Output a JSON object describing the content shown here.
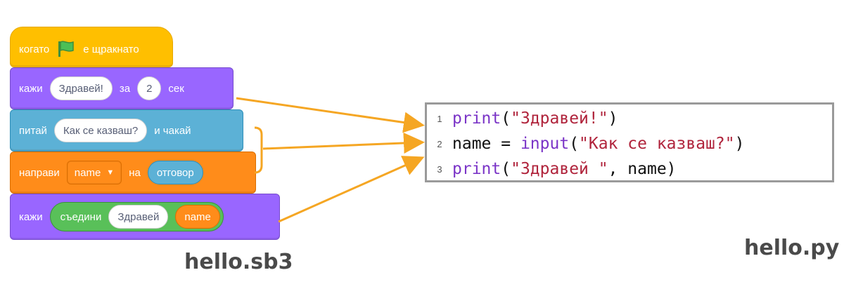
{
  "scratch": {
    "hat": {
      "before": "когато",
      "after": "е щракнато",
      "flag_icon": "green-flag-icon"
    },
    "say_for": {
      "verb": "кажи",
      "text": "Здравей!",
      "for": "за",
      "secs": "2",
      "unit": "сек"
    },
    "ask": {
      "verb": "питай",
      "question": "Как се казваш?",
      "wait": "и чакай"
    },
    "set": {
      "verb": "направи",
      "variable": "name",
      "to": "на",
      "value": "отговор"
    },
    "say": {
      "verb": "кажи",
      "join": "съедини",
      "text": "Здравей",
      "variable": "name"
    },
    "filename": "hello.sb3"
  },
  "python": {
    "filename": "hello.py",
    "lines": [
      {
        "num": "1",
        "fn": "print",
        "open": "(",
        "str": "\"Здравей!\"",
        "rest": ")"
      },
      {
        "num": "2",
        "pre": "name = ",
        "fn": "input",
        "open": "(",
        "str": "\"Как се казваш?\"",
        "rest": ")"
      },
      {
        "num": "3",
        "fn": "print",
        "open": "(",
        "str": "\"Здравей \"",
        "rest": ", name)"
      }
    ]
  },
  "colors": {
    "events": "#ffbf00",
    "looks": "#9966ff",
    "sensing": "#5cb1d6",
    "variables": "#ff8c1a",
    "operators": "#59c059",
    "arrow": "#f5a623"
  }
}
